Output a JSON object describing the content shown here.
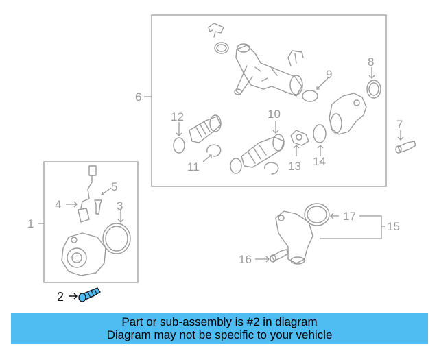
{
  "callouts": {
    "c1": "1",
    "c2": "2",
    "c3": "3",
    "c4": "4",
    "c5": "5",
    "c6": "6",
    "c7": "7",
    "c8": "8",
    "c9": "9",
    "c10": "10",
    "c11": "11",
    "c12": "12",
    "c13": "13",
    "c14": "14",
    "c15": "15",
    "c16": "16",
    "c17": "17"
  },
  "highlighted_part": "2",
  "colors": {
    "banner": "#4fbcf2",
    "highlight": "#4fbcf2",
    "line_art": "#9a9a9a"
  },
  "banner": {
    "line1": "Part or sub-assembly is #2 in diagram",
    "line2": "Diagram may not be specific to your vehicle"
  }
}
